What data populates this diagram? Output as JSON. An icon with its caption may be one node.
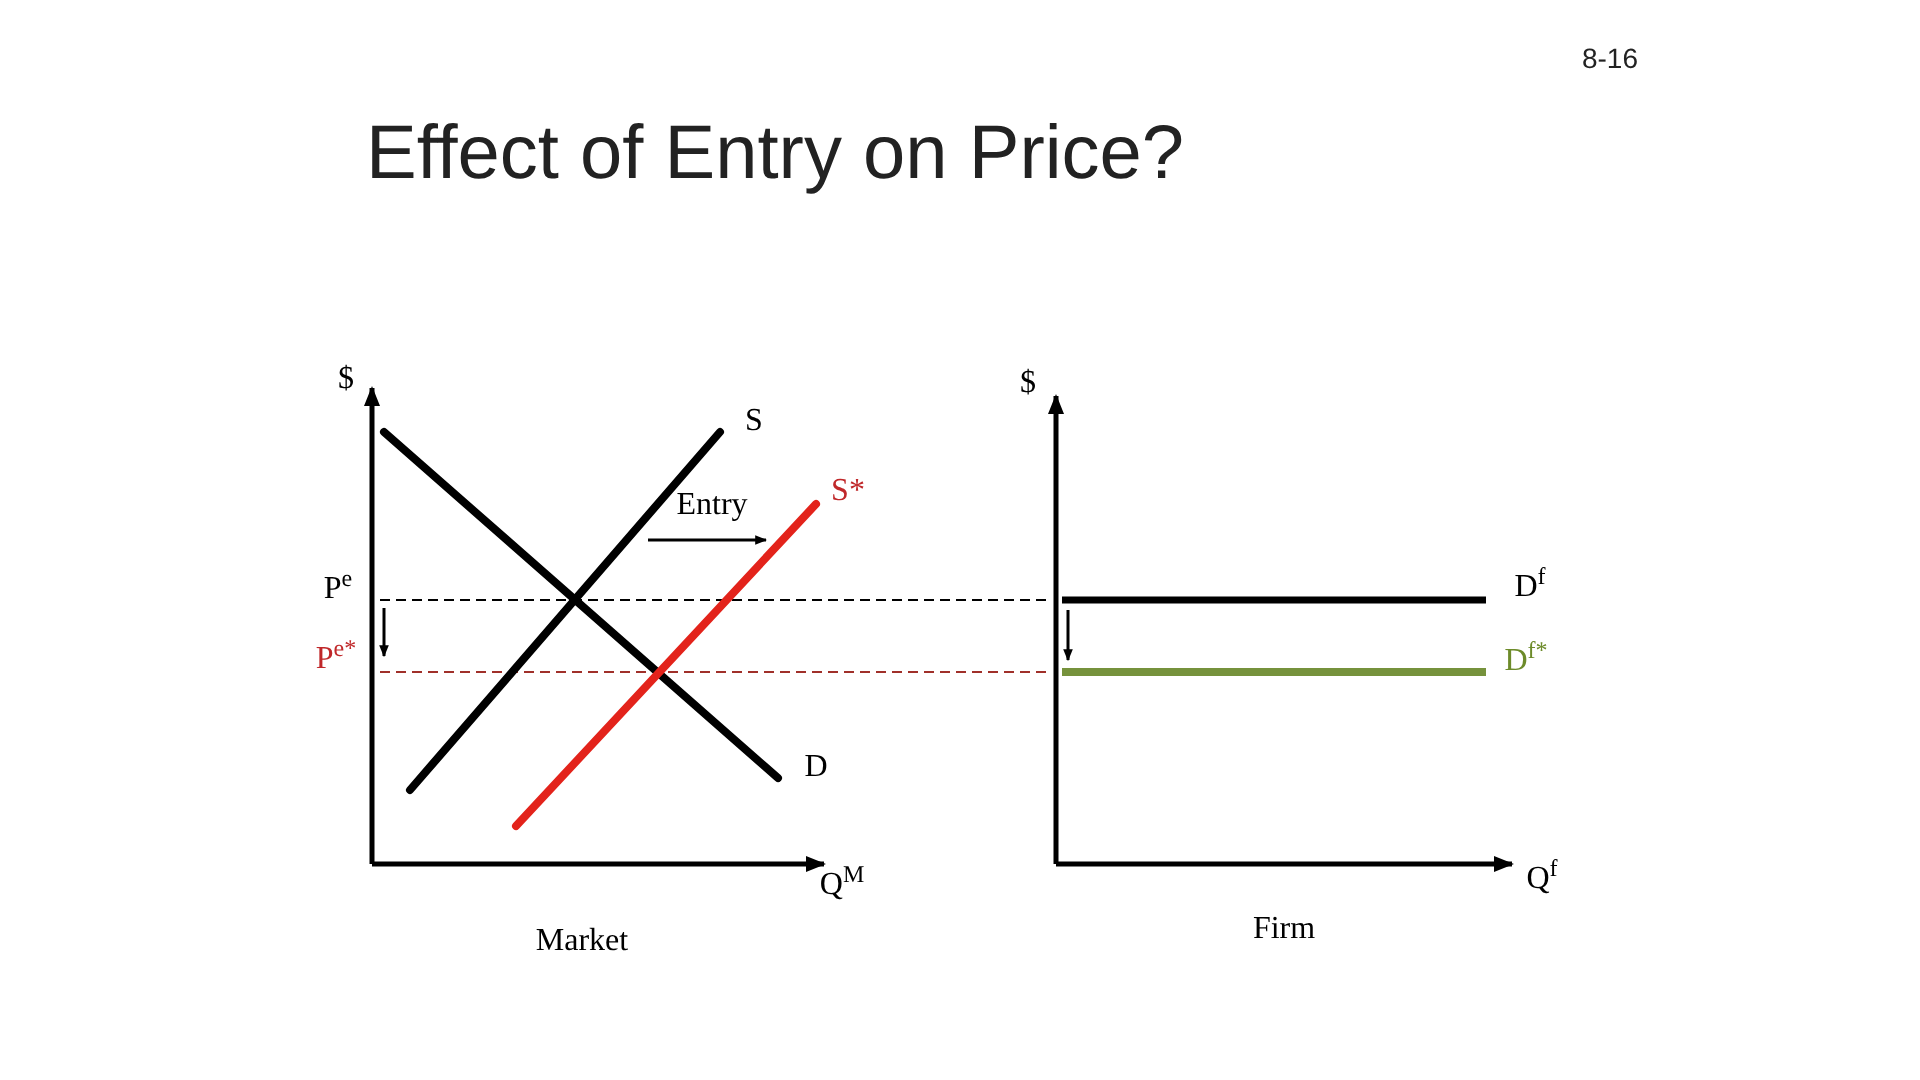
{
  "diagram": {
    "title": "Effect of Entry on Price?",
    "labels": [
      "8-16",
      "$",
      "S",
      "Entry",
      "S*",
      "P$^{e}$",
      "P$^{e*}$",
      "D",
      "Q$^{M}$",
      "Market",
      "$",
      "D$^{f}$",
      "D$^{f*}$",
      "Q$^{f}$",
      "Firm"
    ]
  }
}
